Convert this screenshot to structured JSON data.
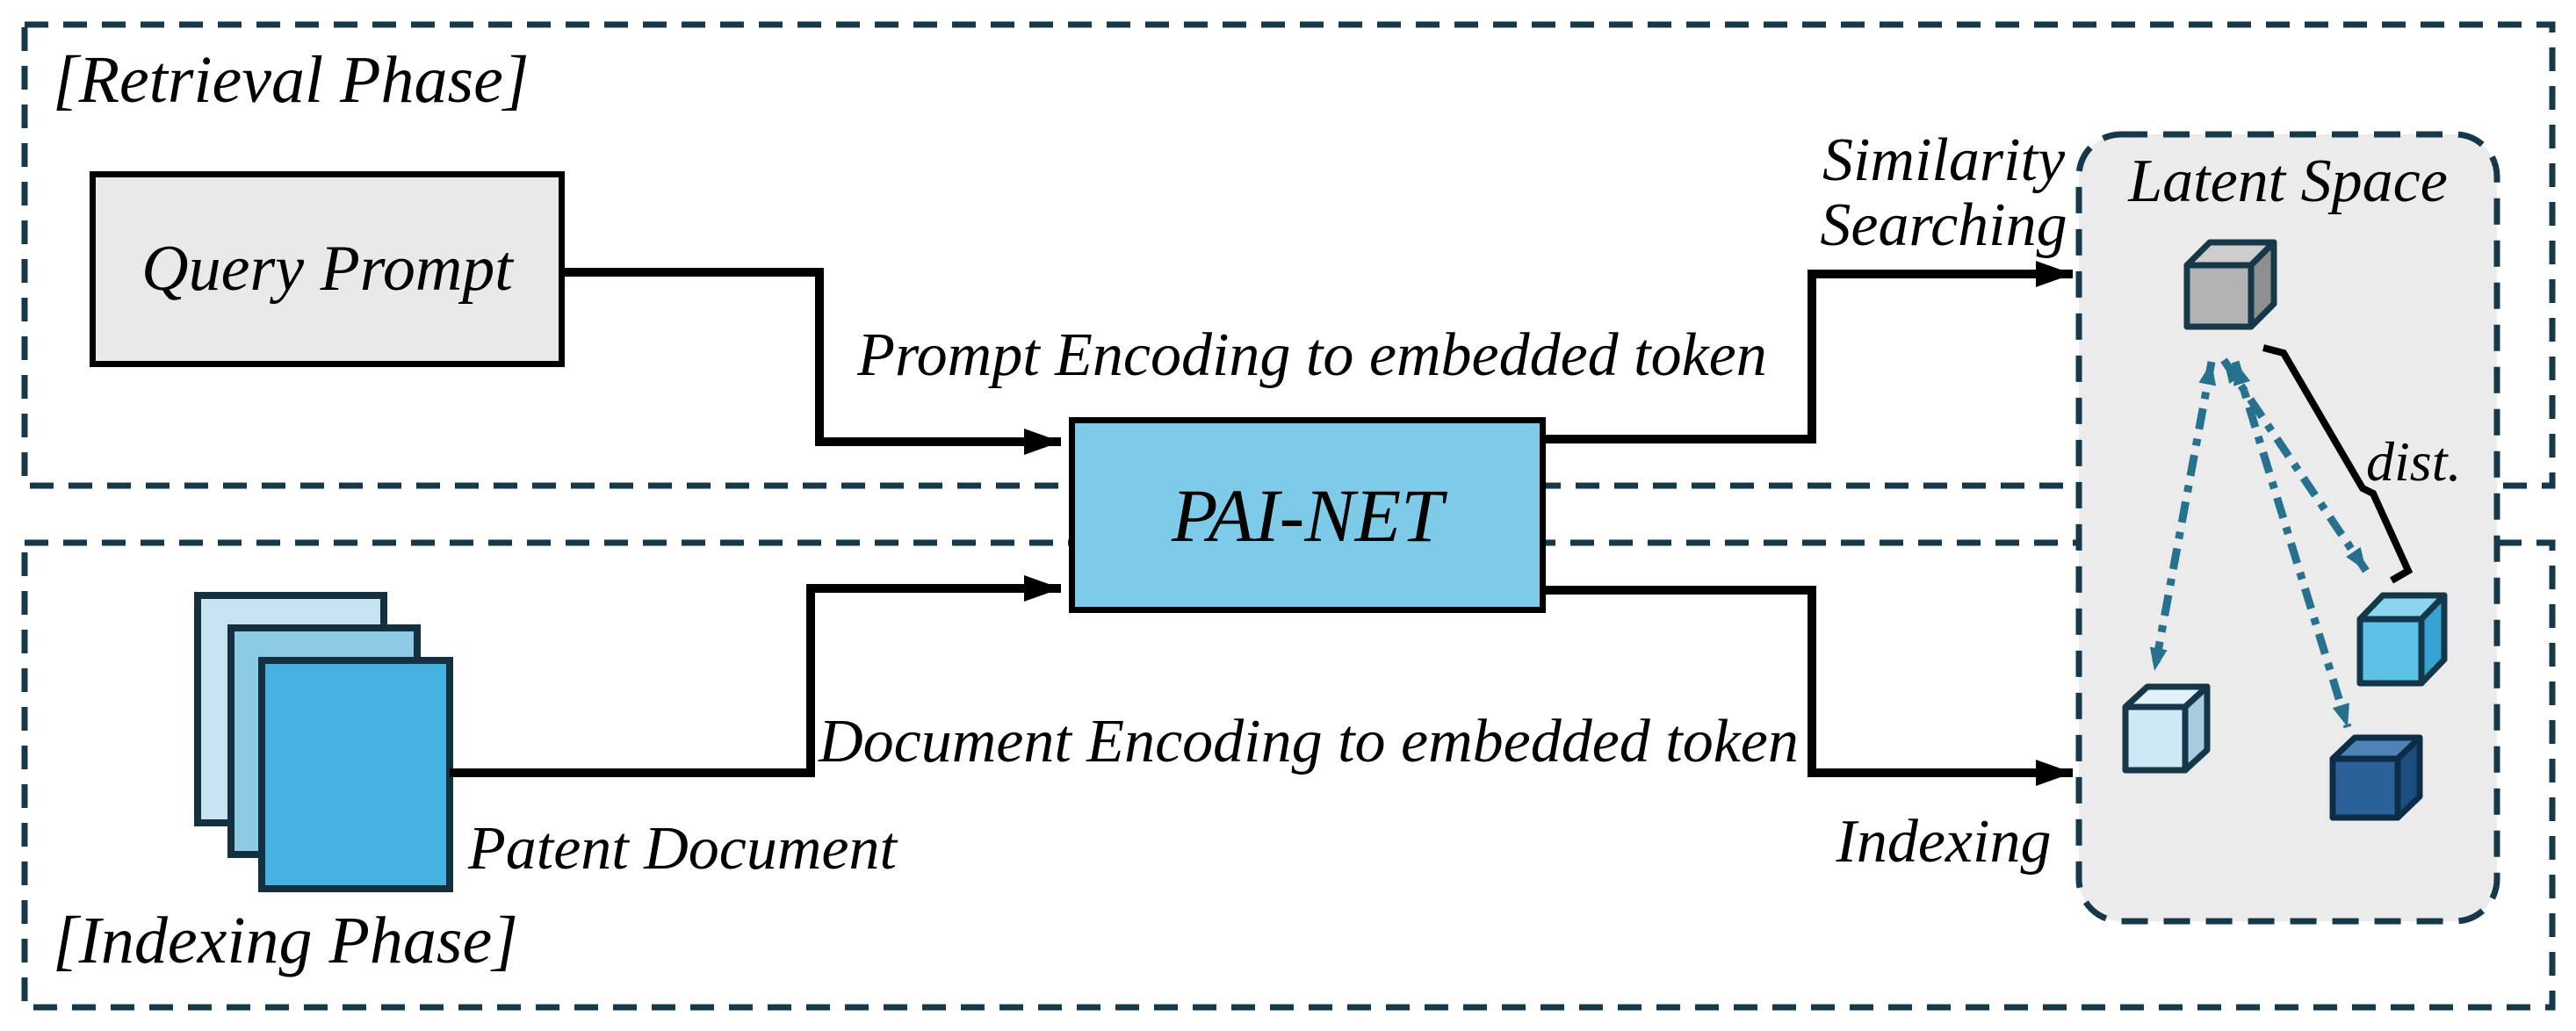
{
  "diagram": {
    "title_context": "PAI-NET patent retrieval architecture diagram",
    "phases": {
      "retrieval_label": "[Retrieval Phase]",
      "indexing_label": "[Indexing Phase]"
    },
    "nodes": {
      "query_prompt_label": "Query Prompt",
      "painet_label": "PAI-NET",
      "patent_document_label": "Patent Document",
      "latent_space_label": "Latent Space"
    },
    "edges": {
      "prompt_encoding_label": "Prompt Encoding to embedded token",
      "document_encoding_label": "Document Encoding to embedded token",
      "similarity_searching_label": "Similarity Searching",
      "indexing_label": "Indexing",
      "distance_label": "dist."
    },
    "latent_space_icons": [
      {
        "name": "query-embedding-cube",
        "color": "#b3b3b3"
      },
      {
        "name": "document-embedding-cube-light",
        "color": "#cfe8f5"
      },
      {
        "name": "document-embedding-cube-sky",
        "color": "#5ec1e8"
      },
      {
        "name": "document-embedding-cube-dark",
        "color": "#2b6099"
      }
    ],
    "colors": {
      "phase_border": "#16394a",
      "distance_arrow_teal": "#26718e",
      "painet_fill": "#7ecbe9",
      "query_fill": "#e9e9e9",
      "latent_fill": "#ebebeb",
      "document_front": "#45b1e0",
      "document_middle": "#8ccae6",
      "document_back": "#c7e2f2",
      "connector_black": "#000000"
    }
  }
}
